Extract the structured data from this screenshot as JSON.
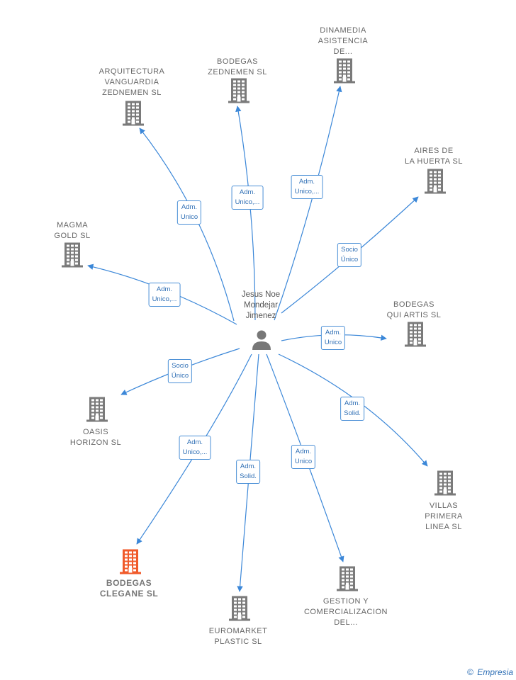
{
  "person": {
    "name": "Jesus Noe\nMondejar\nJimenez"
  },
  "companies": [
    {
      "id": "arquitectura",
      "label": "ARQUITECTURA\nVANGUARDIA\nZEDNEMEN  SL",
      "color": "#7a7a7a",
      "highlight": false
    },
    {
      "id": "bodegas-zednemen",
      "label": "BODEGAS\nZEDNEMEN  SL",
      "color": "#7a7a7a",
      "highlight": false
    },
    {
      "id": "dinamedia",
      "label": "DINAMEDIA\nASISTENCIA\nDE...",
      "color": "#7a7a7a",
      "highlight": false
    },
    {
      "id": "aires",
      "label": "AIRES DE\nLA HUERTA  SL",
      "color": "#7a7a7a",
      "highlight": false
    },
    {
      "id": "magma",
      "label": "MAGMA\nGOLD  SL",
      "color": "#7a7a7a",
      "highlight": false
    },
    {
      "id": "bodegas-quiartis",
      "label": "BODEGAS\nQUI ARTIS  SL",
      "color": "#7a7a7a",
      "highlight": false
    },
    {
      "id": "oasis",
      "label": "OASIS\nHORIZON  SL",
      "color": "#7a7a7a",
      "highlight": false
    },
    {
      "id": "villas",
      "label": "VILLAS\nPRIMERA\nLINEA  SL",
      "color": "#7a7a7a",
      "highlight": false
    },
    {
      "id": "bodegas-clegane",
      "label": "BODEGAS\nCLEGANE  SL",
      "color": "#f05a2a",
      "highlight": true
    },
    {
      "id": "euromarket",
      "label": "EUROMARKET\nPLASTIC  SL",
      "color": "#7a7a7a",
      "highlight": false
    },
    {
      "id": "gestion",
      "label": "GESTION Y\nCOMERCIALIZACION\nDEL...",
      "color": "#7a7a7a",
      "highlight": false
    }
  ],
  "relations": [
    {
      "to": "arquitectura",
      "label": "Adm.\nUnico"
    },
    {
      "to": "bodegas-zednemen",
      "label": "Adm.\nUnico,..."
    },
    {
      "to": "dinamedia",
      "label": "Adm.\nUnico,..."
    },
    {
      "to": "aires",
      "label": "Socio\nÚnico"
    },
    {
      "to": "magma",
      "label": "Adm.\nUnico,..."
    },
    {
      "to": "bodegas-quiartis",
      "label": "Adm.\nUnico"
    },
    {
      "to": "oasis",
      "label": "Socio\nÚnico"
    },
    {
      "to": "villas",
      "label": "Adm.\nSolid."
    },
    {
      "to": "bodegas-clegane",
      "label": "Adm.\nUnico,..."
    },
    {
      "to": "euromarket",
      "label": "Adm.\nSolid."
    },
    {
      "to": "gestion",
      "label": "Adm.\nUnico"
    }
  ],
  "footer": {
    "copyright": "©",
    "brand": "Empresia"
  },
  "colors": {
    "edge": "#3b87d8",
    "label_border": "#4a8fd6"
  }
}
